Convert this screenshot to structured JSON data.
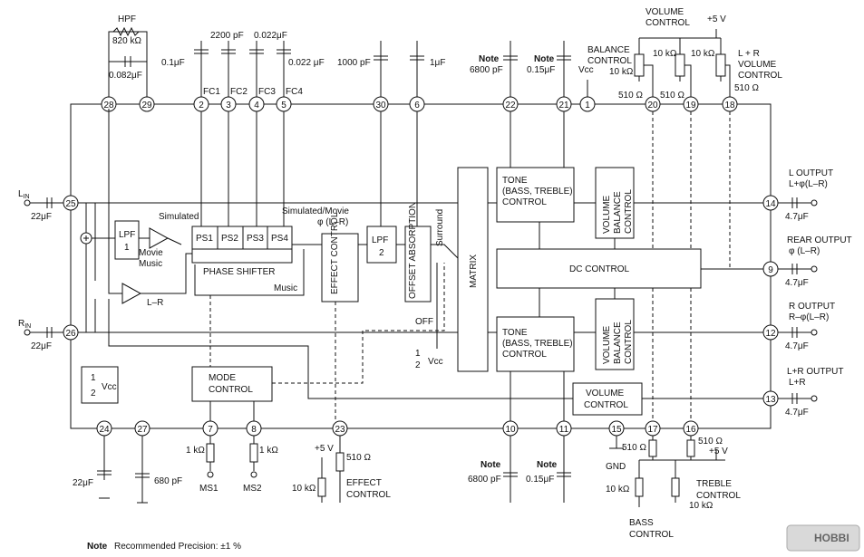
{
  "pins": {
    "p28": "28",
    "p29": "29",
    "p2": "2",
    "p3": "3",
    "p4": "4",
    "p5": "5",
    "p30": "30",
    "p6": "6",
    "p22": "22",
    "p21": "21",
    "p1": "1",
    "p20": "20",
    "p19": "19",
    "p18": "18",
    "p25": "25",
    "p26": "26",
    "p14": "14",
    "p9": "9",
    "p12": "12",
    "p13": "13",
    "p24": "24",
    "p27": "27",
    "p7": "7",
    "p8": "8",
    "p23": "23",
    "p10": "10",
    "p11": "11",
    "p15": "15",
    "p17": "17",
    "p16": "16"
  },
  "top": {
    "hpf": "HPF",
    "r820": "820 kΩ",
    "c0082": "0.082μF",
    "c01": "0.1μF",
    "c2200": "2200 pF",
    "c0022a": "0.022μF",
    "c0022b": "0.022 μF",
    "fc1": "FC1",
    "fc2": "FC2",
    "fc3": "FC3",
    "fc4": "FC4",
    "c1000": "1000 pF",
    "c1u": "1μF",
    "note": "Note",
    "c6800": "6800 pF",
    "c015": "0.15μF",
    "vcc": "Vcc",
    "volctl": "VOLUME",
    "volctl2": "CONTROL",
    "v5": "+5 V",
    "balctl": "BALANCE",
    "balctl2": "CONTROL",
    "r10ka": "10 kΩ",
    "r10kb": "10 kΩ",
    "r10kc": "10 kΩ",
    "lr1": "L + R",
    "lr2": "VOLUME",
    "lr3": "CONTROL",
    "r510a": "510 Ω",
    "r510b": "510 Ω",
    "r510c": "510 Ω"
  },
  "left": {
    "lin": "L",
    "lin_sub": "IN",
    "c22a": "22μF",
    "rin": "R",
    "rin_sub": "IN",
    "c22b": "22μF"
  },
  "blocks": {
    "lpf1": "LPF",
    "lpf1b": "1",
    "simulated": "Simulated",
    "movie": "Movie",
    "music": "Music",
    "lr": "L–R",
    "ps1": "PS1",
    "ps2": "PS2",
    "ps3": "PS3",
    "ps4": "PS4",
    "phase": "PHASE SHIFTER",
    "music2": "Music",
    "simmovie": "Simulated/Movie",
    "phi": "φ (L–R)",
    "effect": "EFFECT CONTROL",
    "lpf2": "LPF",
    "lpf2b": "2",
    "offset": "OFFSET ABSORPTION",
    "surround": "Surround",
    "off": "OFF",
    "half": "1",
    "half2": "2",
    "halfvcc": "Vcc",
    "matrix": "MATRIX",
    "tone1a": "TONE",
    "tone1b": "(BASS, TREBLE)",
    "tone1c": "CONTROL",
    "tone2a": "TONE",
    "tone2b": "(BASS, TREBLE)",
    "tone2c": "CONTROL",
    "vb1": "VOLUME BALANCE CONTROL",
    "vb2": "VOLUME BALANCE CONTROL",
    "dc": "DC CONTROL",
    "vol": "VOLUME",
    "vol2": "CONTROL",
    "mode": "MODE",
    "mode2": "CONTROL",
    "halfvcc_box1": "1",
    "halfvcc_box2": "2",
    "halfvcc_box3": "Vcc"
  },
  "right": {
    "lout": "L OUTPUT",
    "lout2": "L+φ(L–R)",
    "c47a": "4.7μF",
    "rear": "REAR OUTPUT",
    "rear2": "φ (L–R)",
    "c47b": "4.7μF",
    "rout": "R OUTPUT",
    "rout2": "R–φ(L–R)",
    "c47c": "4.7μF",
    "lrout": "L+R OUTPUT",
    "lrout2": "L+R",
    "c47d": "4.7μF"
  },
  "bottom": {
    "c22c": "22μF",
    "c680": "680 pF",
    "r1ka": "1 kΩ",
    "r1kb": "1 kΩ",
    "ms1": "MS1",
    "ms2": "MS2",
    "v5b": "+5 V",
    "r510d": "510 Ω",
    "r10kd": "10 kΩ",
    "eff1": "EFFECT",
    "eff2": "CONTROL",
    "note2": "Note",
    "c6800b": "6800 pF",
    "note3": "Note",
    "c015b": "0.15μF",
    "gnd": "GND",
    "r510e": "510 Ω",
    "r510f": "510 Ω",
    "v5c": "+5 V",
    "r10ke": "10 kΩ",
    "r10kf": "10 kΩ",
    "treble": "TREBLE",
    "treble2": "CONTROL",
    "bass": "BASS",
    "bass2": "CONTROL"
  },
  "footer": {
    "note": "Note",
    "text": "Recommended Precision:  ±1 %",
    "logo": "HOBBI"
  }
}
